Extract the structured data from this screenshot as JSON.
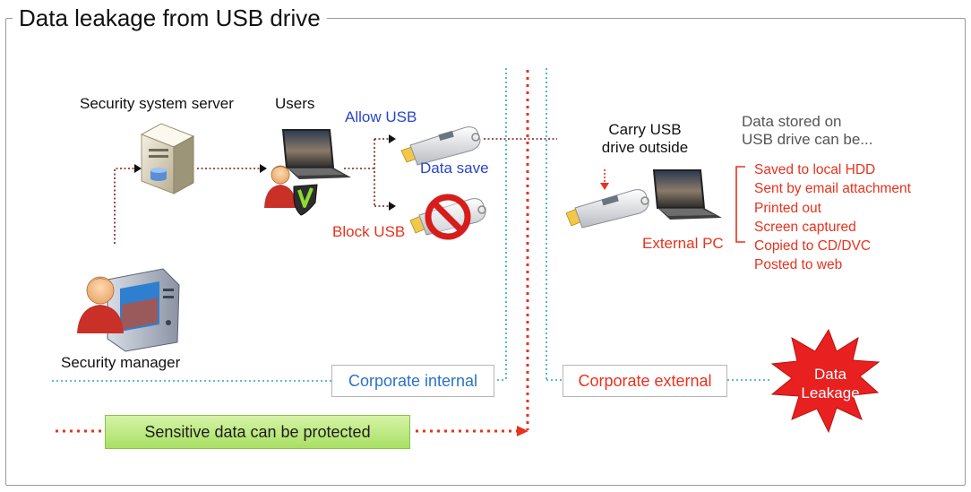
{
  "title": "Data leakage from USB drive",
  "labels": {
    "security_server": "Security system server",
    "users": "Users",
    "allow_usb": "Allow USB",
    "data_save": "Data save",
    "block_usb": "Block USB",
    "security_manager": "Security manager",
    "carry_usb": "Carry USB\ndrive outside",
    "stored_on": "Data stored on\nUSB drive can be...",
    "external_pc": "External PC",
    "data_leakage": "Data\nLeakage"
  },
  "leak_methods": [
    "Saved to local HDD",
    "Sent by email attachment",
    "Printed out",
    "Screen captured",
    "Copied to CD/DVC",
    "Posted to web"
  ],
  "zones": {
    "internal": "Corporate internal",
    "external": "Corporate external"
  },
  "protected_label": "Sensitive data can be protected",
  "colors": {
    "blue_text": "#2a45c8",
    "red_text": "#e8321e",
    "boundary_dotted": "#2aa6c4",
    "flow_dotted": "#e8321e",
    "server_link": "#7a1d1d",
    "green_bar": "#a9e064",
    "leak_burst": "#e82020"
  },
  "icons": [
    "server-icon",
    "laptop-icon",
    "user-icon",
    "check-shield-icon",
    "usb-drive-icon",
    "no-entry-icon",
    "manager-icon",
    "starburst-icon"
  ]
}
